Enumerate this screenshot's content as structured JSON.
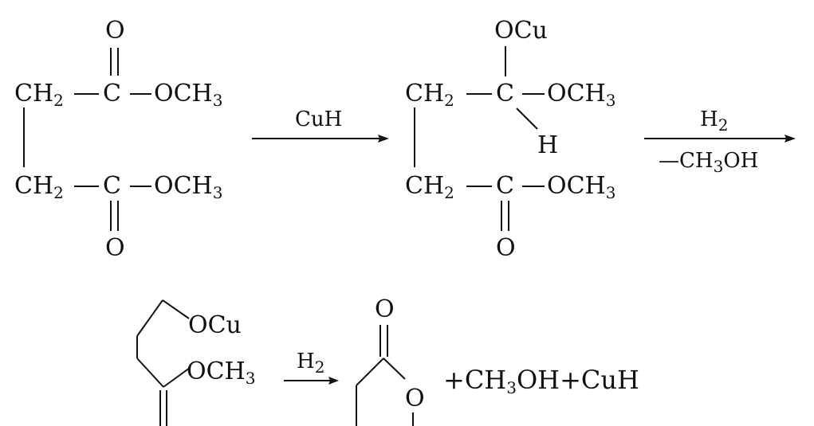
{
  "molecule1": {
    "top_o": "O",
    "bottom_o": "O",
    "row1": {
      "left": "CH",
      "left_sub": "2",
      "center": "C",
      "right": "OCH",
      "right_sub": "3"
    },
    "row2": {
      "left": "CH",
      "left_sub": "2",
      "center": "C",
      "right": "OCH",
      "right_sub": "3"
    }
  },
  "arrow1": {
    "reagent": "CuH"
  },
  "molecule2": {
    "top_group": "OCu",
    "h": "H",
    "bottom_o": "O",
    "row1": {
      "left": "CH",
      "left_sub": "2",
      "center": "C",
      "right": "OCH",
      "right_sub": "3"
    },
    "row2": {
      "left": "CH",
      "left_sub": "2",
      "center": "C",
      "right": "OCH",
      "right_sub": "3"
    }
  },
  "arrow2": {
    "reagent_top": "H",
    "reagent_top_sub": "2",
    "reagent_bottom": "—CH",
    "reagent_bottom_sub": "3",
    "reagent_bottom_tail": "OH"
  },
  "molecule3": {
    "ocu": "OCu",
    "och3": "OCH",
    "och3_sub": "3"
  },
  "arrow3": {
    "reagent": "H",
    "reagent_sub": "2"
  },
  "product": {
    "ring_top_o": "O",
    "ring_o": "O",
    "byproducts": "+CH",
    "byproducts_sub": "3",
    "byproducts_tail": "OH+CuH"
  }
}
